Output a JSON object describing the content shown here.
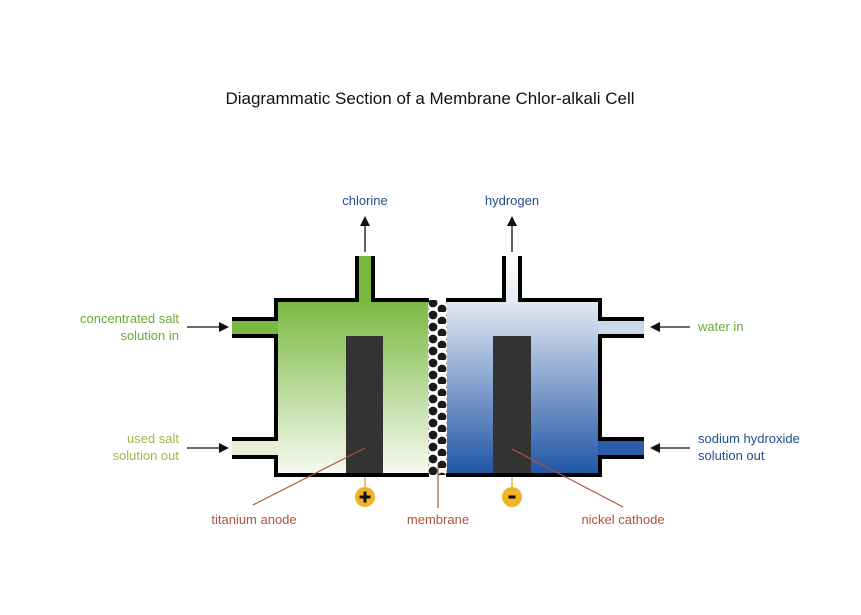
{
  "title": "Diagrammatic Section of a Membrane Chlor-alkali Cell",
  "labels": {
    "chlorine": "chlorine",
    "hydrogen": "hydrogen",
    "conc_salt_line1": "concentrated salt",
    "conc_salt_line2": "solution in",
    "used_salt_line1": "used salt",
    "used_salt_line2": "solution out",
    "water_in": "water in",
    "naoh_line1": "sodium hydroxide",
    "naoh_line2": "solution out",
    "anode": "titanium anode",
    "membrane": "membrane",
    "cathode": "nickel cathode",
    "plus": "+",
    "minus": "-"
  },
  "colors": {
    "gas_label": "#1f4e8c",
    "green_label": "#6aaa3a",
    "olive_label": "#a6b548",
    "blue_label": "#1f4e8c",
    "callout": "#b0523a",
    "terminal": "#f0b429",
    "anode_fill_top": "#7ab940",
    "anode_fill_bottom": "#f7faf2",
    "cathode_fill_top": "#e4eaf4",
    "cathode_fill_bottom": "#1f55a5",
    "electrode": "#333333"
  }
}
